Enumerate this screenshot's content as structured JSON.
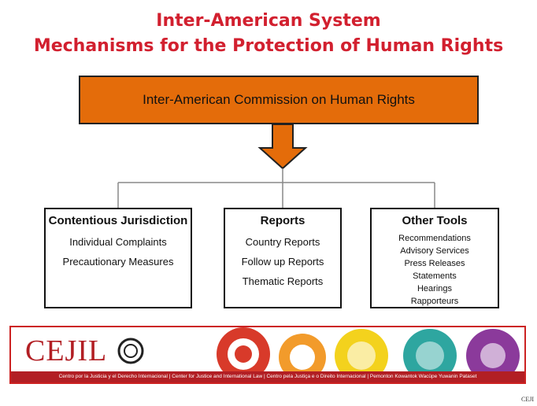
{
  "title": {
    "line1": "Inter-American System",
    "line2": "Mechanisms for the Protection of Human Rights"
  },
  "commission": {
    "label": "Inter-American Commission on Human Rights"
  },
  "boxes": {
    "contentious": {
      "heading": "Contentious Jurisdiction",
      "items": [
        "Individual Complaints",
        "Precautionary Measures"
      ]
    },
    "reports": {
      "heading": "Reports",
      "items": [
        "Country Reports",
        "Follow up Reports",
        "Thematic Reports"
      ]
    },
    "other": {
      "heading": "Other Tools",
      "items": [
        "Recommendations",
        "Advisory Services",
        "Press Releases",
        "Statements",
        "Hearings",
        "Rapporteurs"
      ]
    }
  },
  "banner": {
    "logo": "CEJIL",
    "strip": "Centro por la Justicia y el Derecho Internacional | Center for Justice and International Law | Centro pela Justiça e o Direito Internacional | Pemonton Kowantok Wacüpe Yuwanin Pataset"
  },
  "corner": "CEJI",
  "colors": {
    "title": "#d2202f",
    "commission_fill": "#e46c0a",
    "banner_accent": "#b21f24"
  }
}
